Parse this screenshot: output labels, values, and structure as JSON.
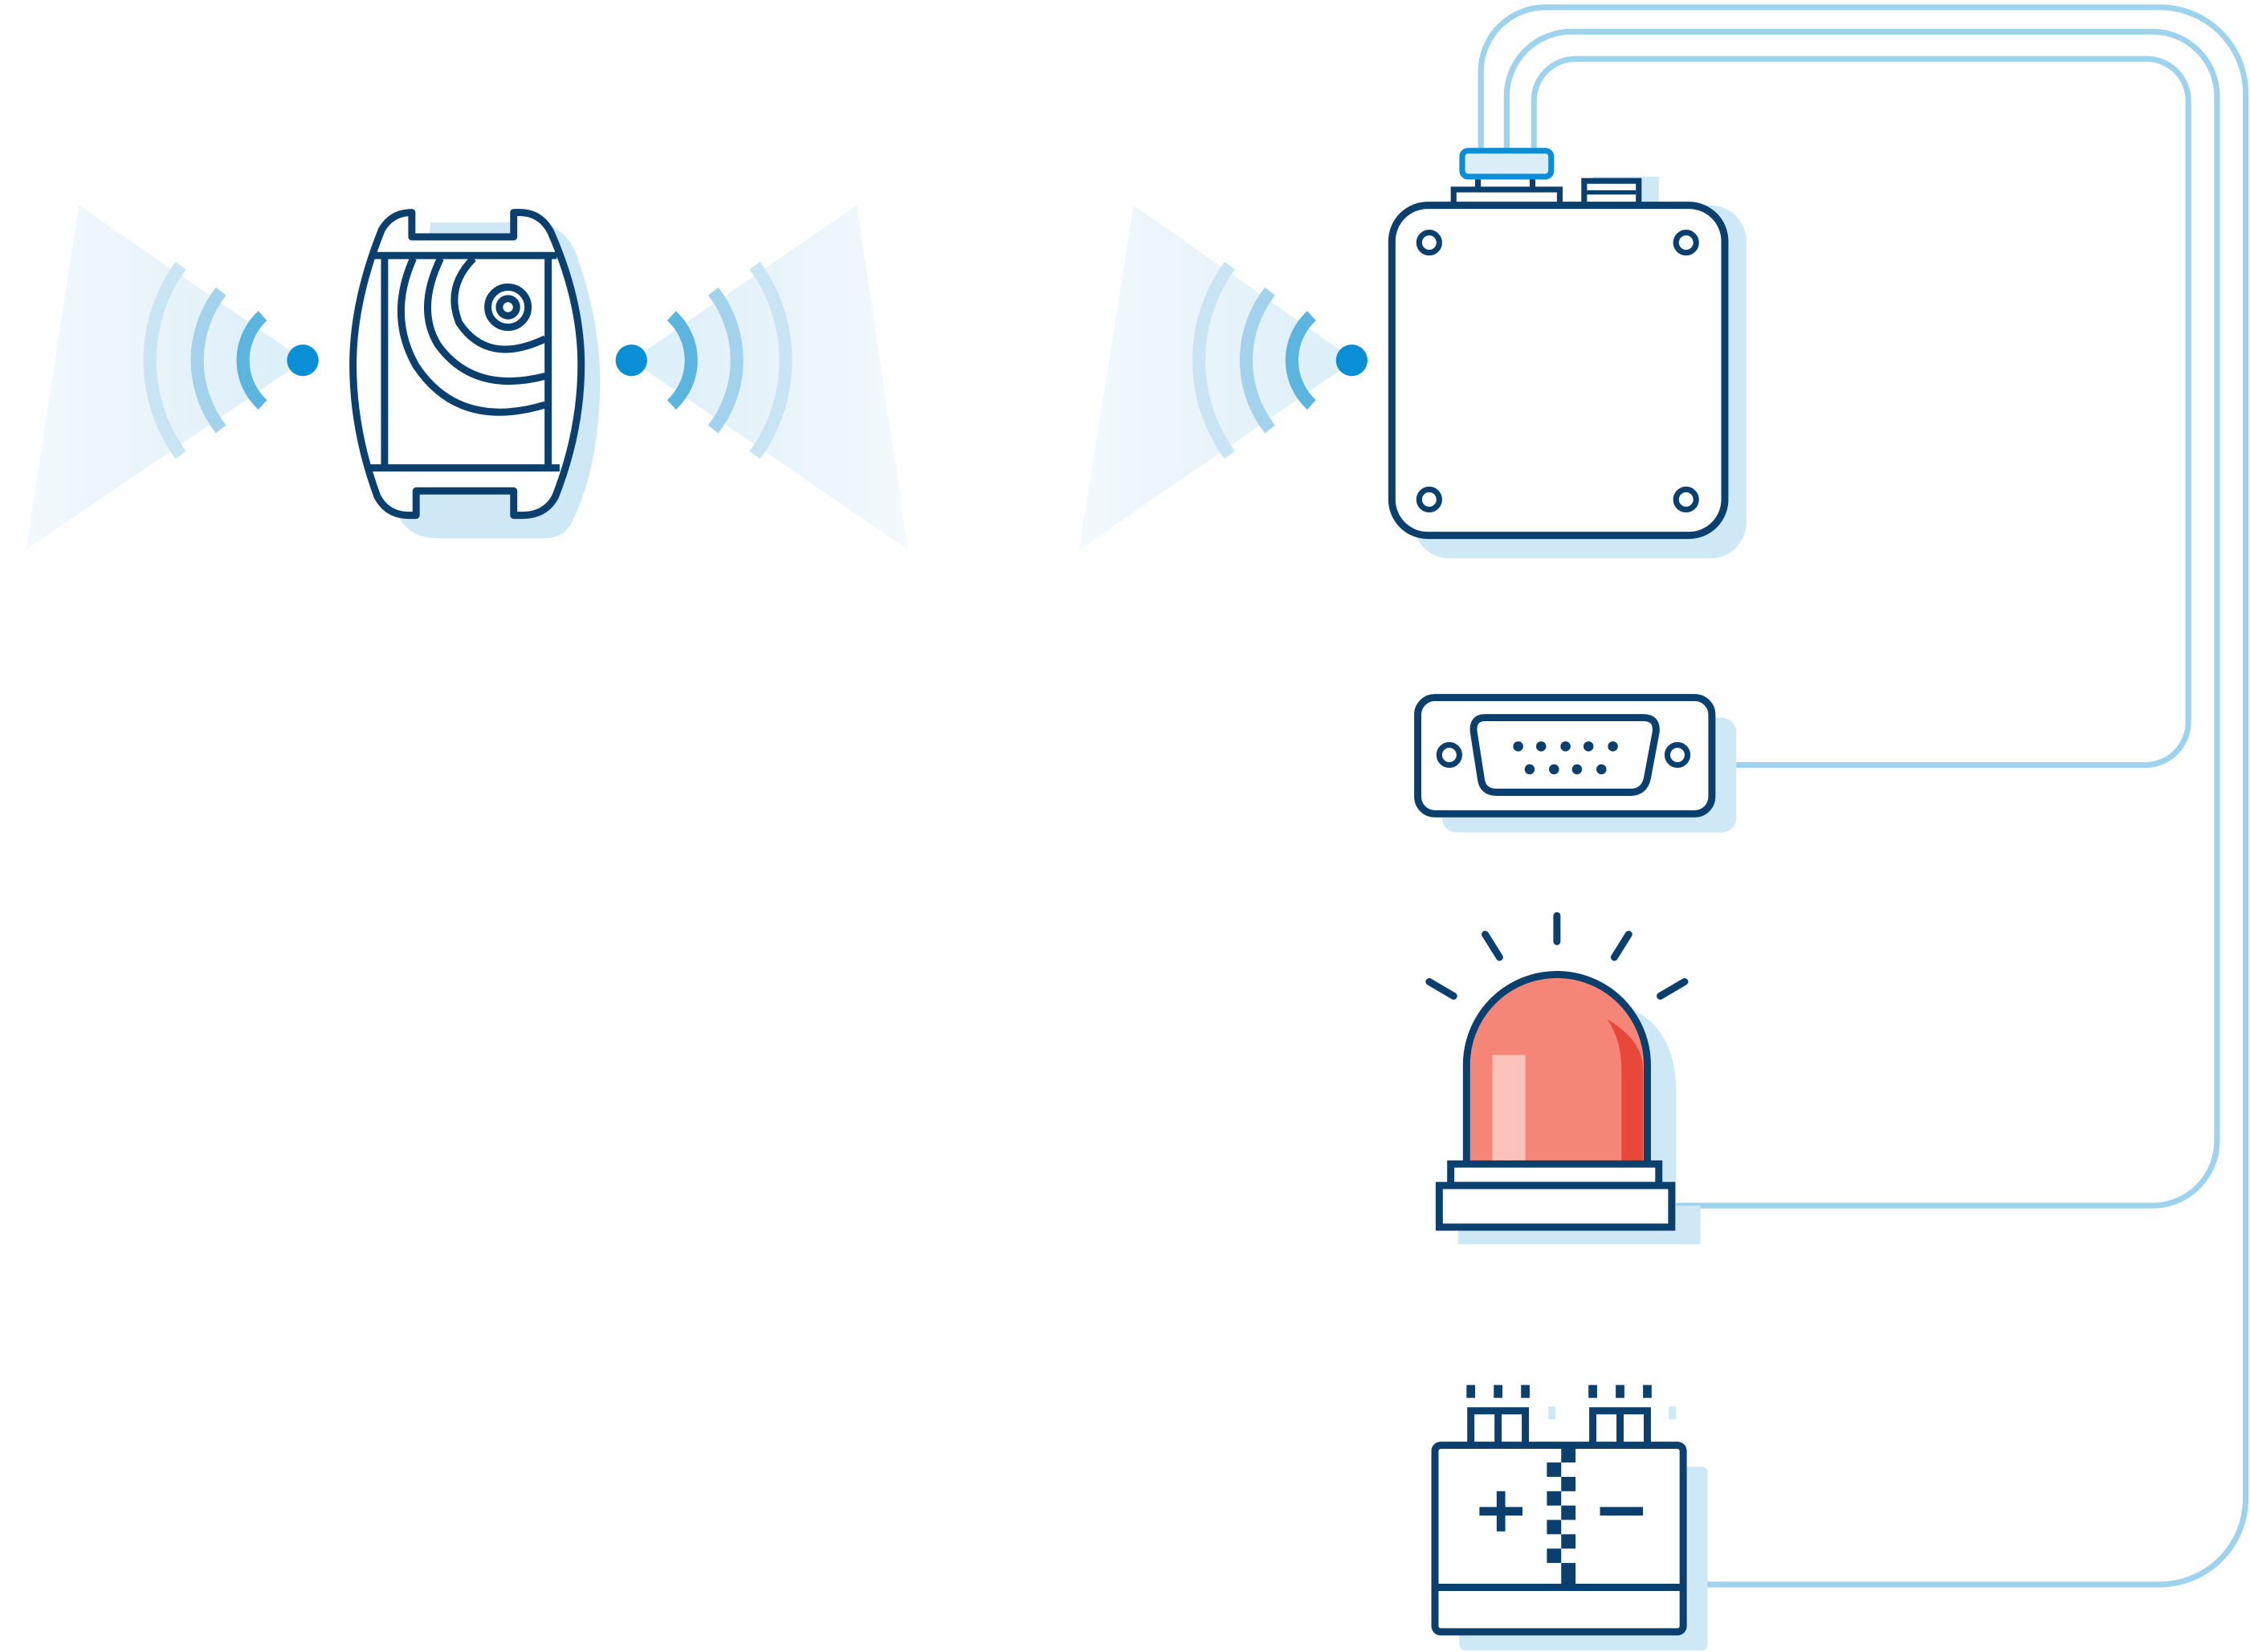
{
  "diagram": {
    "components": [
      {
        "id": "key-fob",
        "icon": "key-fob-icon"
      },
      {
        "id": "wireless-signal-left",
        "icon": "wireless-signal-icon"
      },
      {
        "id": "wireless-signal-right",
        "icon": "wireless-signal-icon"
      },
      {
        "id": "receiver-signal",
        "icon": "wireless-signal-icon"
      },
      {
        "id": "receiver-module",
        "icon": "receiver-box-icon"
      },
      {
        "id": "serial-port",
        "icon": "db9-connector-icon"
      },
      {
        "id": "alarm-siren",
        "icon": "siren-light-icon"
      },
      {
        "id": "battery",
        "icon": "battery-icon"
      }
    ],
    "connections": [
      {
        "from": "receiver-module",
        "to": "serial-port"
      },
      {
        "from": "receiver-module",
        "to": "alarm-siren"
      },
      {
        "from": "receiver-module",
        "to": "battery"
      }
    ]
  },
  "colors": {
    "outline": "#0b3f6e",
    "accent": "#0a8fd6",
    "cable": "#9dd3ec",
    "shadow": "#cfe8f5",
    "siren_red": "#f58677",
    "siren_dark": "#e8483a",
    "siren_light": "#fbc3bb"
  }
}
